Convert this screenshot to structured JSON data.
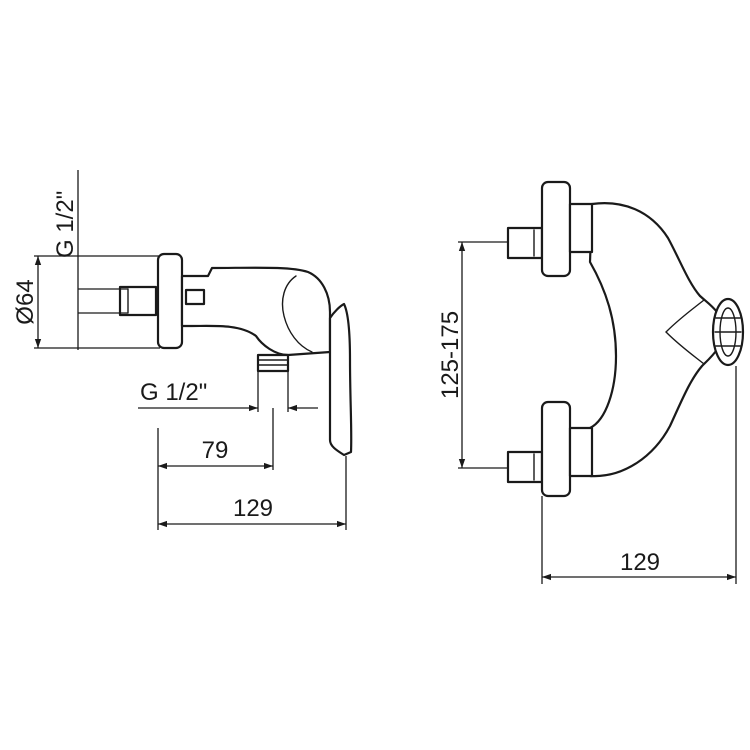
{
  "dimensions": {
    "side_inlet_thread": "G 1/2\"",
    "body_diameter": "Ø64",
    "outlet_thread": "G 1/2\"",
    "outlet_offset": "79",
    "side_depth": "129",
    "center_distance": "125-175",
    "front_depth": "129"
  },
  "colors": {
    "line": "#1a1a1a",
    "background": "#ffffff"
  }
}
